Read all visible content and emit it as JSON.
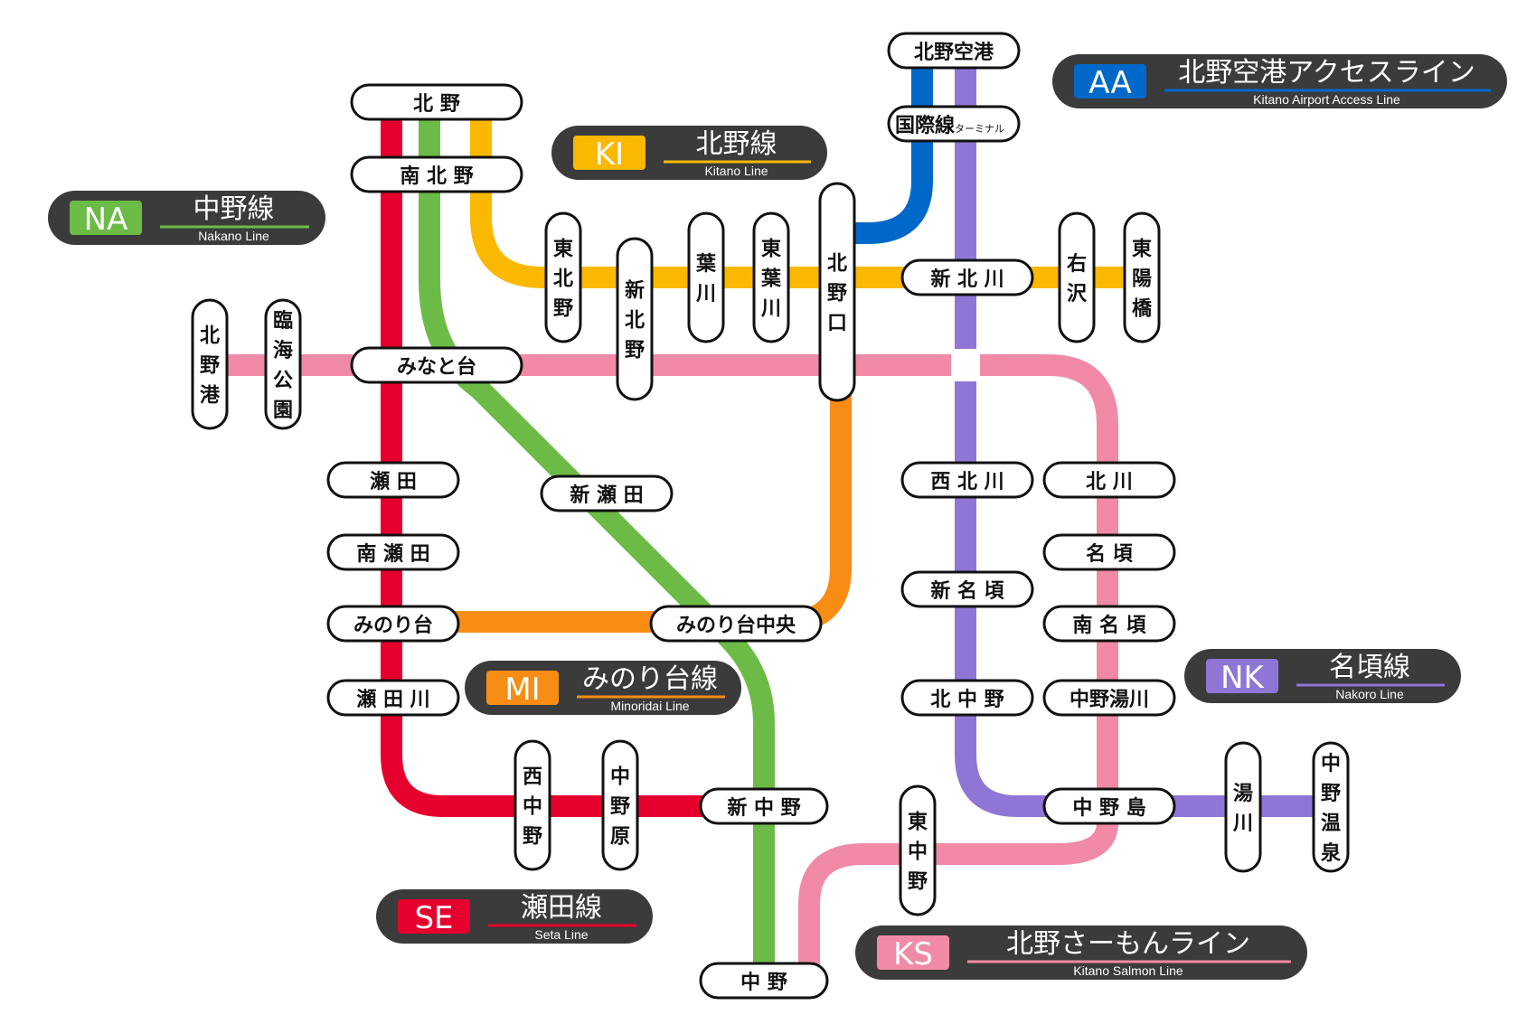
{
  "lines": [
    {
      "code": "SE",
      "name": "瀬田線",
      "name_en": "Seta Line",
      "color": "#e6002d"
    },
    {
      "code": "NA",
      "name": "中野線",
      "name_en": "Nakano Line",
      "color": "#6cbb46"
    },
    {
      "code": "KI",
      "name": "北野線",
      "name_en": "Kitano Line",
      "color": "#fbb800"
    },
    {
      "code": "MI",
      "name": "みのり台線",
      "name_en": "Minoridai Line",
      "color": "#f78d14"
    },
    {
      "code": "AA",
      "name": "北野空港アクセスライン",
      "name_en": "Kitano Airport Access Line",
      "color": "#0068c8"
    },
    {
      "code": "NK",
      "name": "名頃線",
      "name_en": "Nakoro Line",
      "color": "#8f76d6"
    },
    {
      "code": "KS",
      "name": "北野さーもんライン",
      "name_en": "Kitano Salmon Line",
      "color": "#f08aa6"
    }
  ],
  "stations": {
    "kitano": "北 野",
    "minamikitano": "南 北 野",
    "minatodai": "みなと台",
    "kitanoko": "北野港",
    "rinkaikoen": "臨海公園",
    "seta": "瀬 田",
    "minamiseta": "南 瀬 田",
    "minoridai": "みのり台",
    "setagawa": "瀬 田 川",
    "nishinakano": "西中野",
    "nakanohara": "中野原",
    "shinnakano": "新 中 野",
    "nakano": "中 野",
    "higashikitano": "東北野",
    "shinkitano": "新北野",
    "hagawa": "葉川",
    "higashihagawa": "東葉川",
    "kitanoguchi": "北野口",
    "shinseta": "新 瀬 田",
    "minoridaichuo": "みのり台中央",
    "kitanokuko": "北野空港",
    "kokusai_main": "国際線",
    "kokusai_sub": "ターミナル",
    "shinkitagawa": "新 北 川",
    "usawa": "右沢",
    "higashiyohashi": "東陽橋",
    "nishikitagawa": "西 北 川",
    "kitagawa": "北 川",
    "nakoro": "名 頃",
    "shinnakoro": "新 名 頃",
    "minaminakoro": "南 名 頃",
    "kitanakano": "北 中 野",
    "nakanoyugawa": "中野湯川",
    "nakanojima": "中 野 島",
    "yugawa": "湯川",
    "nakanoonsen": "中野温泉",
    "higashinakano": "東中野"
  }
}
